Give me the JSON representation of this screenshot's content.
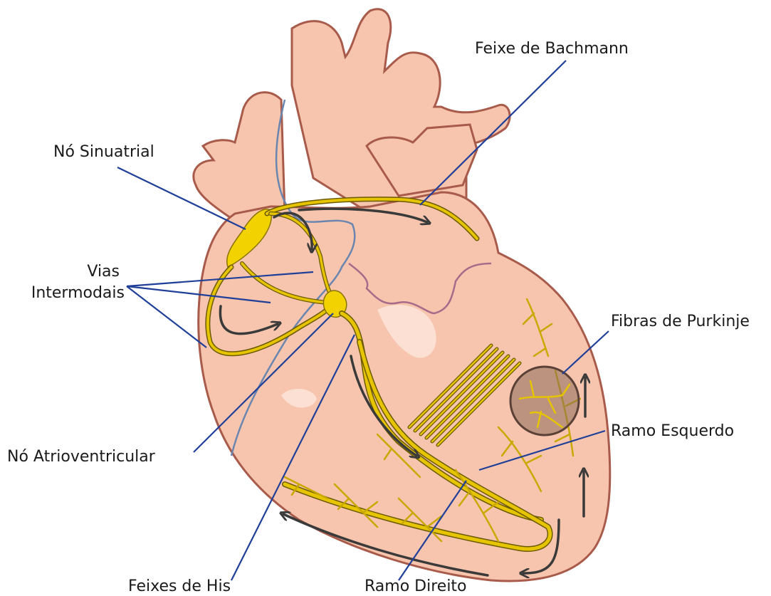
{
  "labels": {
    "bachmann": "Feixe de Bachmann",
    "sa_node": "Nó Sinuatrial",
    "internodal_line1": "Vias",
    "internodal_line2": "Intermodais",
    "purkinje": "Fibras de Purkinje",
    "left_branch": "Ramo Esquerdo",
    "av_node": "Nó Atrioventricular",
    "his": "Feixes de His",
    "right_branch": "Ramo Direito"
  },
  "colors": {
    "heart_fill": "#f7c5ad",
    "heart_outline": "#a85b4a",
    "conduction": "#f2d200",
    "leader_line": "#1f3f99",
    "arrow": "#3a3a3a",
    "purkinje_circle": "#8b6a5a"
  }
}
